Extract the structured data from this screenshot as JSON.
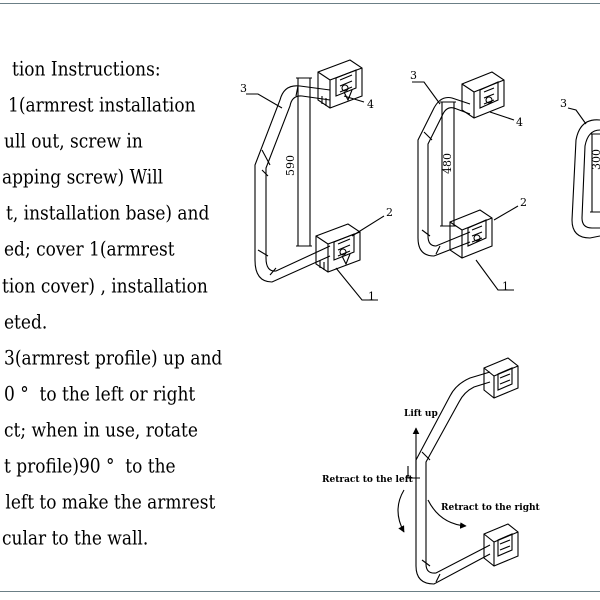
{
  "instructions": {
    "lines": [
      "tion Instructions:",
      "1(armrest installation",
      "ull out, screw in",
      "apping screw) Will",
      "t, installation base) and",
      "ed; cover 1(armrest",
      "tion cover) , installation",
      "eted.",
      "3(armrest profile) up and",
      "0 °  to the left or right",
      "ct; when in use, rotate",
      "t profile)90 °  to the",
      " left to make the armrest",
      "cular to the wall."
    ]
  },
  "diagram_a": {
    "part_3": "3",
    "part_4": "4",
    "part_2": "2",
    "part_1": "1",
    "dimension": "590"
  },
  "diagram_b": {
    "part_3": "3",
    "part_4": "4",
    "part_2": "2",
    "part_1": "1",
    "dimension": "480"
  },
  "diagram_c": {
    "part_3": "3",
    "dimension": "300"
  },
  "rotation": {
    "lift_up": "Lift up",
    "retract_left": "Retract to the left",
    "retract_right": "Retract to the right"
  }
}
